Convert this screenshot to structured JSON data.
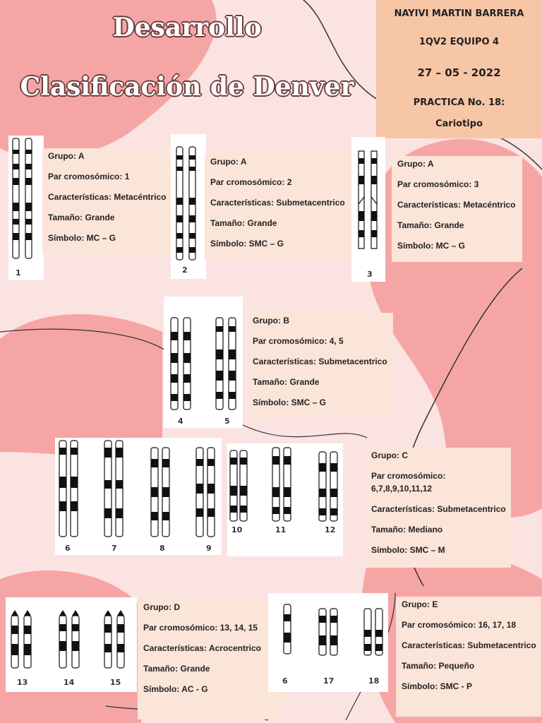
{
  "title": {
    "line1": "Desarrollo",
    "line2": "Clasificación de Denver"
  },
  "header": {
    "name": "NAYIVI MARTIN BARRERA",
    "group": "1QV2 EQUIPO 4",
    "date": "27 – 05 - 2022",
    "practice": "PRACTICA No. 18:",
    "topic": "Cariotipo"
  },
  "cards": [
    {
      "grupo": "Grupo: A",
      "par": "Par cromosómico: 1",
      "car": "Características: Metacéntrico",
      "tam": "Tamaño: Grande",
      "sim": "Símbolo: MC – G"
    },
    {
      "grupo": "Grupo: A",
      "par": "Par cromosómico: 2",
      "car": "Características: Submetacentrico",
      "tam": "Tamaño: Grande",
      "sim": "Símbolo: SMC – G"
    },
    {
      "grupo": "Grupo: A",
      "par": "Par cromosómico: 3",
      "car": "Características: Metacéntrico",
      "tam": "Tamaño: Grande",
      "sim": "Símbolo: MC – G"
    },
    {
      "grupo": "Grupo: B",
      "par": "Par cromosómico: 4, 5",
      "car": "Características: Submetacentrico",
      "tam": "Tamaño: Grande",
      "sim": "Símbolo: SMC – G"
    },
    {
      "grupo": "Grupo: C",
      "par": "Par cromosómico:",
      "par2": "6,7,8,9,10,11,12",
      "car": "Características: Submetacentrico",
      "tam": "Tamaño: Mediano",
      "sim": "Símbolo: SMC – M"
    },
    {
      "grupo": "Grupo: D",
      "par": "Par cromosómico: 13, 14, 15",
      "car": "Características: Acrocentrico",
      "tam": "Tamaño: Grande",
      "sim": "Símbolo: AC - G"
    },
    {
      "grupo": "Grupo: E",
      "par": "Par cromosómico: 16, 17, 18",
      "car": "Características: Submetacentrico",
      "tam": "Tamaño: Pequeño",
      "sim": "Símbolo: SMC - P"
    }
  ],
  "chromosome_numbers": [
    "1",
    "2",
    "3",
    "4",
    "5",
    "6",
    "7",
    "8",
    "9",
    "10",
    "11",
    "12",
    "13",
    "14",
    "15",
    "6",
    "17",
    "18"
  ]
}
